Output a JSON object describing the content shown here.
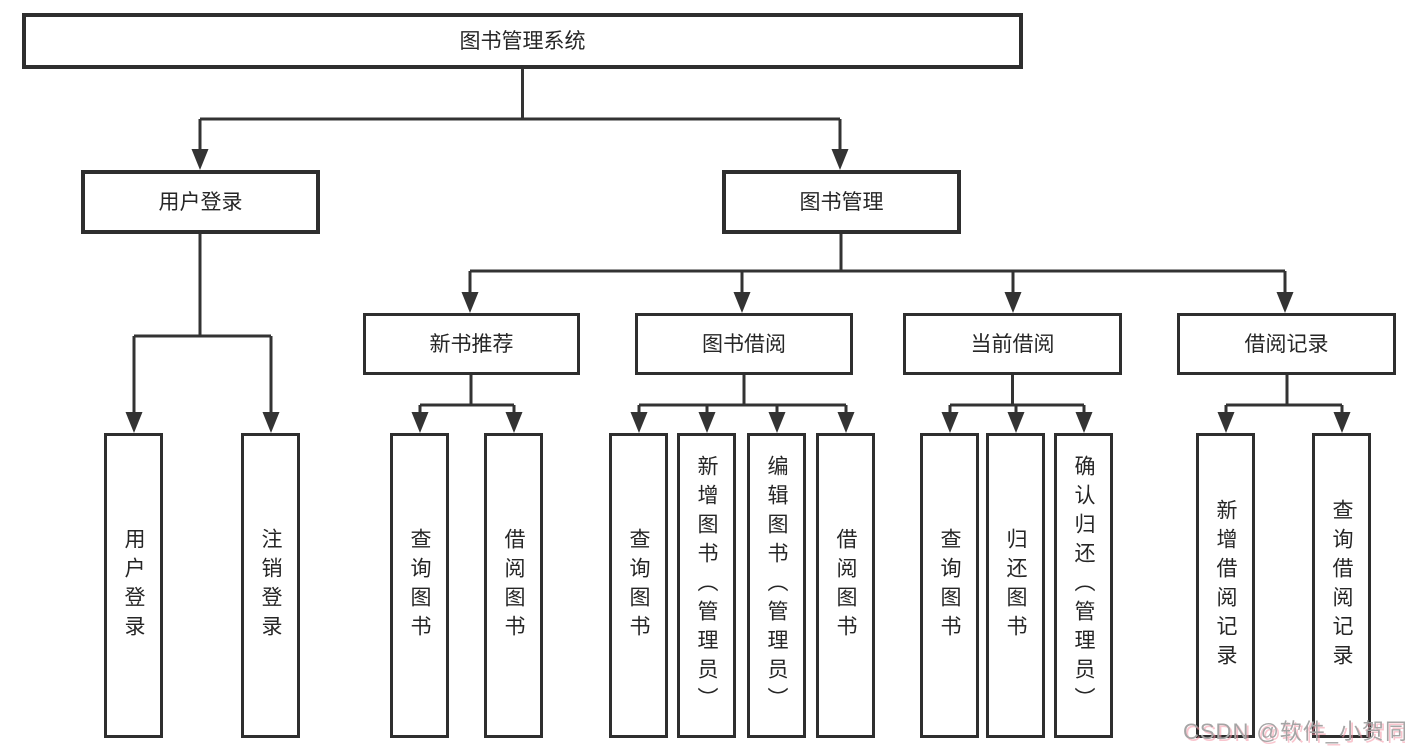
{
  "diagram": {
    "type": "hierarchy-tree",
    "tree": {
      "root": {
        "label": "图书管理系统"
      },
      "level2": [
        {
          "label": "用户登录",
          "children": [
            {
              "label": "用户登录"
            },
            {
              "label": "注销登录"
            }
          ]
        },
        {
          "label": "图书管理",
          "children": [
            {
              "label": "新书推荐",
              "children": [
                {
                  "label": "查询图书"
                },
                {
                  "label": "借阅图书"
                }
              ]
            },
            {
              "label": "图书借阅",
              "children": [
                {
                  "label": "查询图书"
                },
                {
                  "label": "新增图书（管理员）"
                },
                {
                  "label": "编辑图书（管理员）"
                },
                {
                  "label": "借阅图书"
                }
              ]
            },
            {
              "label": "当前借阅",
              "children": [
                {
                  "label": "查询图书"
                },
                {
                  "label": "归还图书"
                },
                {
                  "label": "确认归还（管理员）"
                }
              ]
            },
            {
              "label": "借阅记录",
              "children": [
                {
                  "label": "新增借阅记录"
                },
                {
                  "label": "查询借阅记录"
                }
              ]
            }
          ]
        }
      ]
    },
    "colors": {
      "line": "#333333",
      "box_border": "#2e2e2e",
      "box_fill": "#ffffff",
      "text": "#262626",
      "background": "#ffffff",
      "watermark_text": "#a5a5a5",
      "watermark_shadow": "#f496a5"
    }
  },
  "watermark": {
    "text": "CSDN @软件_小贺同学"
  }
}
